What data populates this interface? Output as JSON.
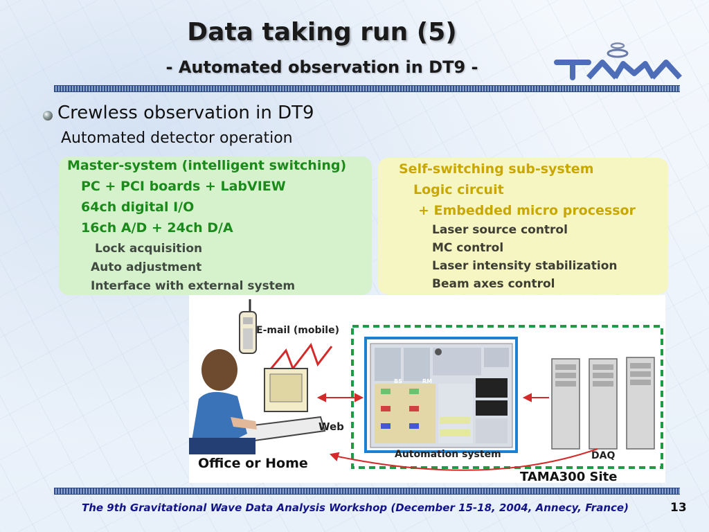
{
  "slide": {
    "title": "Data taking run (5)",
    "subtitle": "- Automated observation in DT9 -",
    "heading": "Crewless observation in DT9",
    "subheading": "Automated detector operation",
    "page_number": "13",
    "footer": "The 9th Gravitational Wave Data Analysis Workshop  (December 15-18, 2004, Annecy, France)"
  },
  "master_panel": {
    "title": "Master-system (intelligent switching)",
    "items": [
      "PC + PCI boards + LabVIEW",
      "64ch digital I/O",
      "16ch A/D + 24ch D/A"
    ],
    "functions": [
      "Lock acquisition",
      "Auto adjustment",
      "Interface with external system"
    ]
  },
  "sub_panel": {
    "title": "Self-switching sub-system",
    "items": [
      "Logic circuit",
      "+ Embedded micro processor"
    ],
    "functions": [
      "Laser source control",
      "MC control",
      "Laser intensity stabilization",
      "Beam axes control"
    ]
  },
  "diagram": {
    "email_label": "E-mail (mobile)",
    "web_label": "Web",
    "office_label": "Office or Home",
    "automation_label": "Automation system",
    "daq_label": "DAQ",
    "site_label": "TAMA300 Site",
    "mini_labels": [
      "BS",
      "RM"
    ]
  },
  "colors": {
    "accent_green": "#1a8a1a",
    "accent_yellow": "#c8a800",
    "footer_blue": "#14148a",
    "site_dash_green": "#1f9a45",
    "arrow_red": "#d42a2a"
  }
}
